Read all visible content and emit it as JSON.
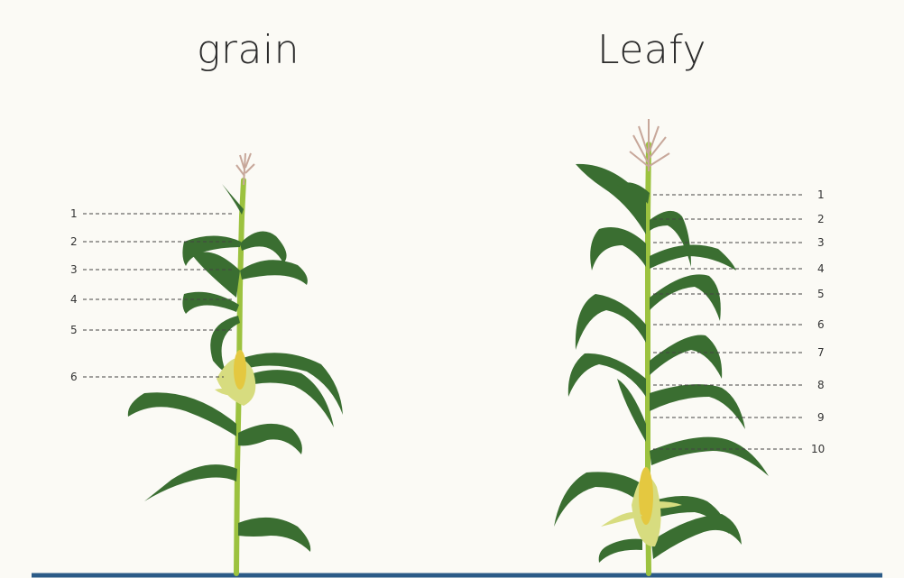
{
  "panels": {
    "left": {
      "title": "grain",
      "leaf_labels": [
        "1",
        "2",
        "3",
        "4",
        "5",
        "6"
      ]
    },
    "right": {
      "title": "Leafy",
      "leaf_labels": [
        "1",
        "2",
        "3",
        "4",
        "5",
        "6",
        "7",
        "8",
        "9",
        "10"
      ]
    }
  },
  "colors": {
    "stem": "#9cc23f",
    "leaf_dark": "#2f5f2a",
    "leaf_light": "#5c8f3d",
    "ear": "#e4c840",
    "husk": "#d7dc7f",
    "tassel": "#c7a79a",
    "ground": "#2b5b87"
  }
}
